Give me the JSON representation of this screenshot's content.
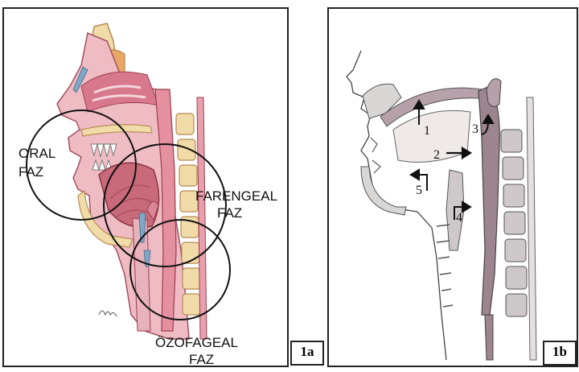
{
  "panel_a": {
    "tag": "1a",
    "phases": {
      "oral": [
        "ORAL",
        "FAZ"
      ],
      "pharyngeal": [
        "FARENGEAL",
        "FAZ"
      ],
      "esophageal": [
        "ÖZOFAGEAL",
        "FAZ"
      ]
    }
  },
  "panel_b": {
    "tag": "1b",
    "markers": [
      "1",
      "2",
      "3",
      "4",
      "5"
    ]
  },
  "colors": {
    "tissue_pink": "#e6a0ad",
    "muscle": "#c96a7a",
    "bone": "#f1dca9",
    "airway": "#c07a8c",
    "bolus": "#9d8590",
    "outline": "#222222"
  }
}
